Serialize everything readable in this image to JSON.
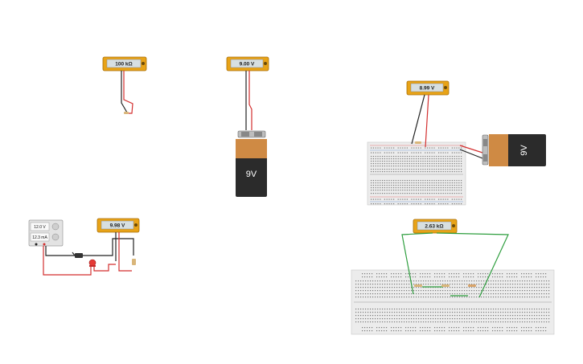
{
  "meters": {
    "m1": {
      "reading": "100 kΩ"
    },
    "m2": {
      "reading": "9.00 V"
    },
    "m3": {
      "reading": "8.99 V"
    },
    "m4": {
      "reading": "9.98 V"
    },
    "m5": {
      "reading": "2.63 kΩ"
    }
  },
  "batteries": {
    "b1": {
      "label": "9V"
    },
    "b2": {
      "label": "9V"
    }
  },
  "power_supply": {
    "voltage": "12.0 V",
    "current": "12.3 mA"
  },
  "colors": {
    "meter_frame": "#e8a317",
    "meter_screen": "#d7dfe1",
    "wire_red": "#d32f2f",
    "wire_black": "#222222",
    "wire_green": "#2e9e3e",
    "battery_body": "#2b2b2b",
    "battery_top": "#cf8a44",
    "breadboard": "#ececec"
  }
}
